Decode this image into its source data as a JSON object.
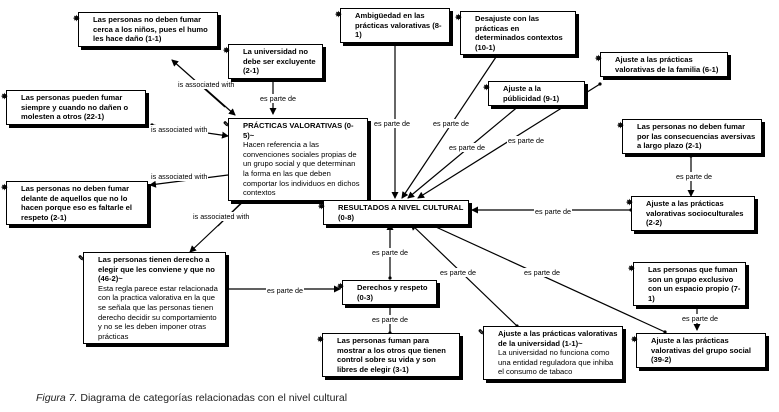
{
  "nodes": {
    "ninos": {
      "icon": "star-code-icon",
      "title": "Las personas no deben fumar cerca a los niños, pues el humo les hace daño (1-1)"
    },
    "universidad_excluyente": {
      "icon": "star-code-icon",
      "title": "La universidad no debe ser excluyente (2-1)"
    },
    "ambiguedad": {
      "icon": "star-code-icon",
      "title": "Ambigüedad en las prácticas valorativas (8-1)"
    },
    "desajuste": {
      "icon": "star-code-icon",
      "title": "Desajuste con las prácticas en determinados contextos (10-1)"
    },
    "familia": {
      "icon": "star-code-icon",
      "title": "Ajuste a las prácticas valorativas de la familia (6-1)"
    },
    "publicidad": {
      "icon": "star-code-icon",
      "title": "Ajuste a la públicidad (9-1)"
    },
    "siempre": {
      "icon": "star-code-icon",
      "title": "Las personas pueden fumar siempre y cuando no dañen o molesten a otros (22-1)"
    },
    "practicas": {
      "icon": "memo-code-icon",
      "title": "PRÁCTICAS VALORATIVAS (0-5)~",
      "body": "Hacen referencia a las convenciones sociales propias de un grupo social y que determinan la forma en las que deben comportar los individuos en dichos contextos"
    },
    "consecuencias": {
      "icon": "star-code-icon",
      "title": "Las personas no deben fumar por las consecuencias aversivas a largo plazo (2-1)"
    },
    "delante": {
      "icon": "star-code-icon",
      "title": "Las personas no deben fumar delante de aquellos que no lo hacen porque eso es faltarle el respeto (2-1)"
    },
    "resultados": {
      "icon": "star-code-icon",
      "title": "RESULTADOS A NIVEL CULTURAL (0-8)"
    },
    "socioculturales": {
      "icon": "star-code-icon",
      "title": "Ajuste a las prácticas valorativas socioculturales (2-2)"
    },
    "derecho_elegir": {
      "icon": "memo-code-icon",
      "title": "Las personas tienen derecho a elegir que les conviene y que no (46-2)~",
      "body": "Esta regla parece estar relacionada con la practica valorativa en la que se señala que las personas tienen derecho decidir su comportamiento y no se les deben imponer otras prácticas"
    },
    "derechos": {
      "icon": "star-code-icon",
      "title": "Derechos y respeto (0-3)"
    },
    "exclusivo": {
      "icon": "star-code-icon",
      "title": "Las personas que fuman son un grupo exclusivo con un espacio propio (7-1)"
    },
    "mostrar": {
      "icon": "star-code-icon",
      "title": "Las personas fuman para mostrar a los otros que tienen control sobre su vida y son libres de elegir (3-1)"
    },
    "universidad_ajuste": {
      "icon": "memo-code-icon",
      "title": "Ajuste a las prácticas valorativas de la universidad (1-1)~",
      "body": "La universidad no funciona como una entidad reguladora que inhiba el consumo de tabaco"
    },
    "grupo_social": {
      "icon": "star-code-icon",
      "title": "Ajuste a las prácticas valorativas del grupo social (39-2)"
    }
  },
  "links": {
    "l1": "is associated with",
    "l2": "es parte de",
    "l3": "is associated with",
    "l4": "is associated with",
    "l5": "is associated with",
    "l6": "es parte de",
    "l7": "es parte de",
    "l8": "es parte de",
    "l9": "es parte de",
    "l10": "es parte de",
    "l11": "es parte de",
    "l12": "es parte de",
    "l13": "es parte de",
    "l14": "es parte de",
    "l15": "es parte de",
    "l16": "es parte de",
    "l17": "es parte de"
  },
  "caption": {
    "label": "Figura 7.",
    "text": " Diagrama de categorías relacionadas con el nivel cultural"
  }
}
